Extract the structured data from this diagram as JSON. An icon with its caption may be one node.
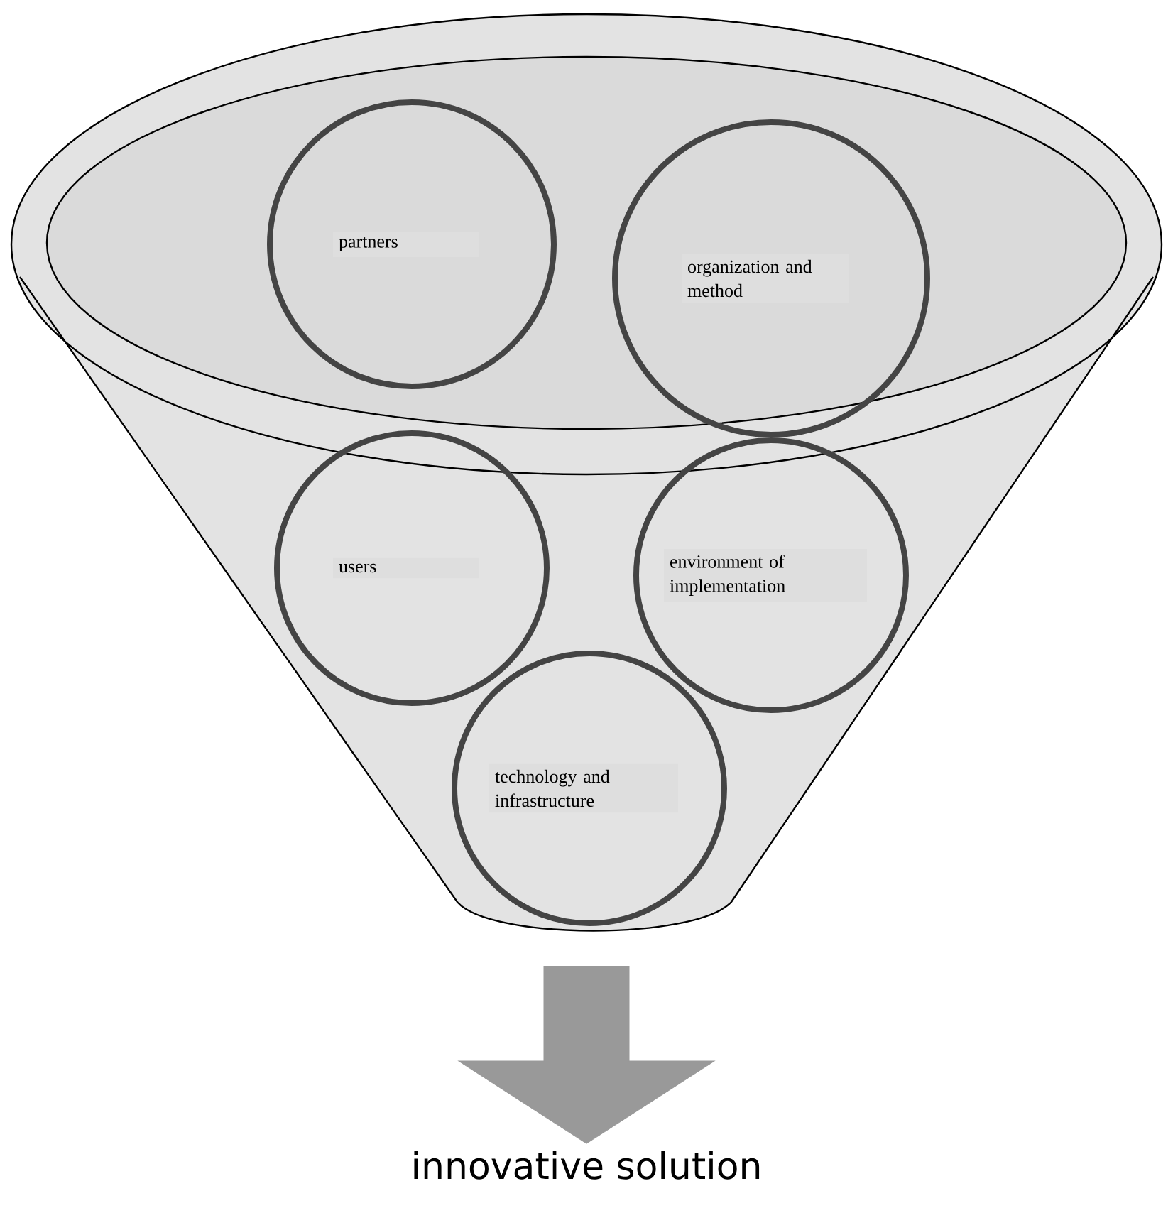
{
  "diagram": {
    "nodes": [
      {
        "text": [],
        "shape": "funnel"
      },
      {
        "text": [],
        "shape": "ellipse",
        "in": 0
      },
      {
        "text": [
          "partners"
        ],
        "in": 1
      },
      {
        "text": [
          "organization and method"
        ],
        "in": 1
      },
      {
        "text": [
          "users"
        ],
        "in": 0
      },
      {
        "text": [
          "environment of implementation"
        ],
        "in": 0
      },
      {
        "text": [
          "technology and infrastructure"
        ],
        "in": 0
      },
      {
        "text": [
          "innovative solution"
        ]
      }
    ],
    "edges": [
      {
        "from": 0,
        "to": 7,
        "arrow": "to",
        "style": "thick"
      }
    ]
  }
}
